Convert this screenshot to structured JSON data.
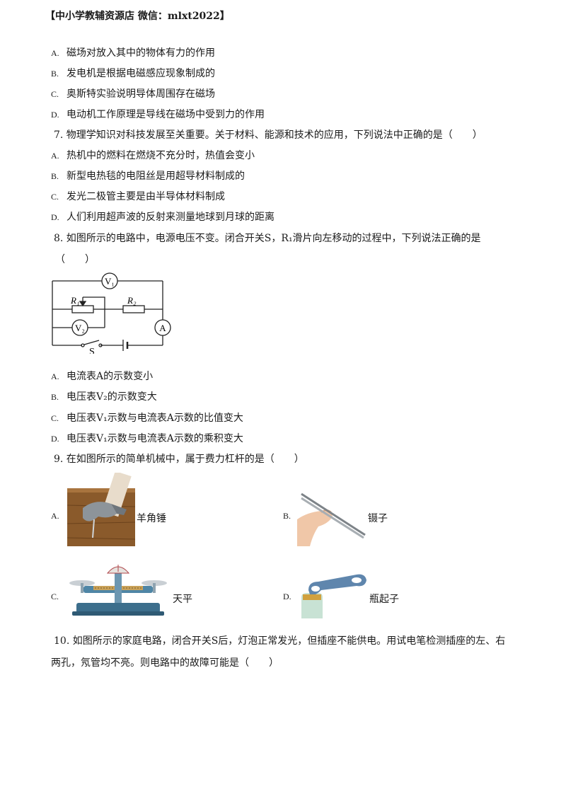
{
  "header": "【中小学教辅资源店  微信：mlxt2022】",
  "q6": {
    "options": [
      {
        "letter": "A.",
        "text": "磁场对放入其中的物体有力的作用"
      },
      {
        "letter": "B.",
        "text": "发电机是根据电磁感应现象制成的"
      },
      {
        "letter": "C.",
        "text": "奥斯特实验说明导体周围存在磁场"
      },
      {
        "letter": "D.",
        "text": "电动机工作原理是导线在磁场中受到力的作用"
      }
    ]
  },
  "q7": {
    "stem": "7. 物理学知识对科技发展至关重要。关于材料、能源和技术的应用，下列说法中正确的是（　　）",
    "options": [
      {
        "letter": "A.",
        "text": "热机中的燃料在燃烧不充分时，热值会变小"
      },
      {
        "letter": "B.",
        "text": "新型电热毯的电阻丝是用超导材料制成的"
      },
      {
        "letter": "C.",
        "text": "发光二极管主要是由半导体材料制成"
      },
      {
        "letter": "D.",
        "text": "人们利用超声波的反射来测量地球到月球的距离"
      }
    ]
  },
  "q8": {
    "stem_line1": "8. 如图所示的电路中，电源电压不变。闭合开关S，R₁滑片向左移动的过程中，下列说法正确的是",
    "stem_line2": "（　　）",
    "circuit": {
      "v1": "V₁",
      "v2": "V₂",
      "a": "A",
      "r1": "R₁",
      "r2": "R₂",
      "s": "S"
    },
    "options": [
      {
        "letter": "A.",
        "text": "电流表A的示数变小"
      },
      {
        "letter": "B.",
        "text": "电压表V₂的示数变大"
      },
      {
        "letter": "C.",
        "text": "电压表V₁示数与电流表A示数的比值变大"
      },
      {
        "letter": "D.",
        "text": "电压表V₁示数与电流表A示数的乘积变大"
      }
    ]
  },
  "q9": {
    "stem": "9. 在如图所示的简单机械中，属于费力杠杆的是（　　）",
    "items": [
      {
        "letter": "A.",
        "caption": "羊角锤"
      },
      {
        "letter": "B.",
        "caption": "镊子"
      },
      {
        "letter": "C.",
        "caption": "天平"
      },
      {
        "letter": "D.",
        "caption": "瓶起子"
      }
    ]
  },
  "q10": {
    "line1": "10. 如图所示的家庭电路，闭合开关S后，灯泡正常发光，但插座不能供电。用试电笔检测插座的左、右",
    "line2": "两孔，氖管均不亮。则电路中的故障可能是（　　）"
  }
}
